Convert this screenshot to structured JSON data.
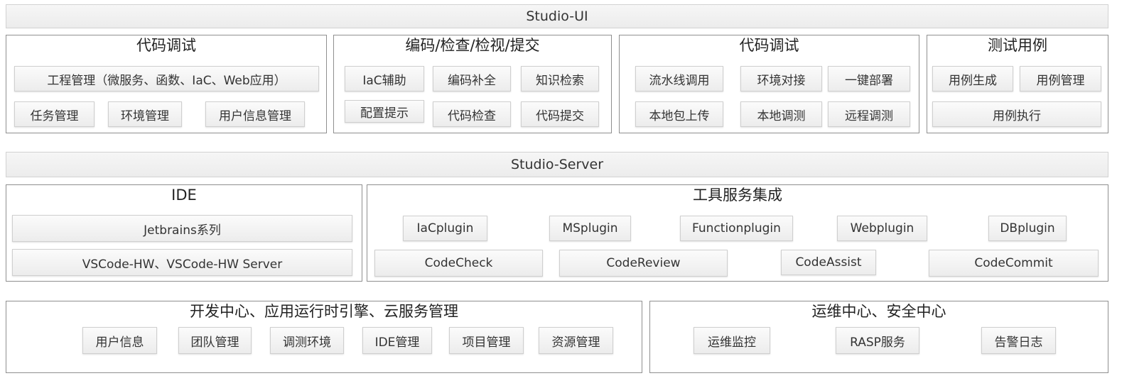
{
  "ui_bar": "Studio-UI",
  "ui_panels": [
    {
      "title": "代码调试",
      "boxes": [
        "工程管理（微服务、函数、IaC、Web应用）",
        "任务管理",
        "环境管理",
        "用户信息管理"
      ]
    },
    {
      "title": "编码/检查/检视/提交",
      "boxes": [
        "IaC辅助",
        "编码补全",
        "知识检索",
        "配置提示",
        "代码检查",
        "代码提交"
      ]
    },
    {
      "title": "代码调试",
      "boxes": [
        "流水线调用",
        "环境对接",
        "一键部署",
        "本地包上传",
        "本地调测",
        "远程调测"
      ]
    },
    {
      "title": "测试用例",
      "boxes": [
        "用例生成",
        "用例管理",
        "用例执行"
      ]
    }
  ],
  "server_bar": "Studio-Server",
  "server_panels": [
    {
      "title": "IDE",
      "boxes": [
        "Jetbrains系列",
        "VSCode-HW、VSCode-HW Server"
      ]
    },
    {
      "title": "工具服务集成",
      "boxes": [
        "IaCplugin",
        "MSplugin",
        "Functionplugin",
        "Webplugin",
        "DBplugin",
        "CodeCheck",
        "CodeReview",
        "CodeAssist",
        "CodeCommit"
      ]
    }
  ],
  "bottom_panels": [
    {
      "title": "开发中心、应用运行时引擎、云服务管理",
      "boxes": [
        "用户信息",
        "团队管理",
        "调测环境",
        "IDE管理",
        "项目管理",
        "资源管理"
      ]
    },
    {
      "title": "运维中心、安全中心",
      "boxes": [
        "运维监控",
        "RASP服务",
        "告警日志"
      ]
    }
  ]
}
